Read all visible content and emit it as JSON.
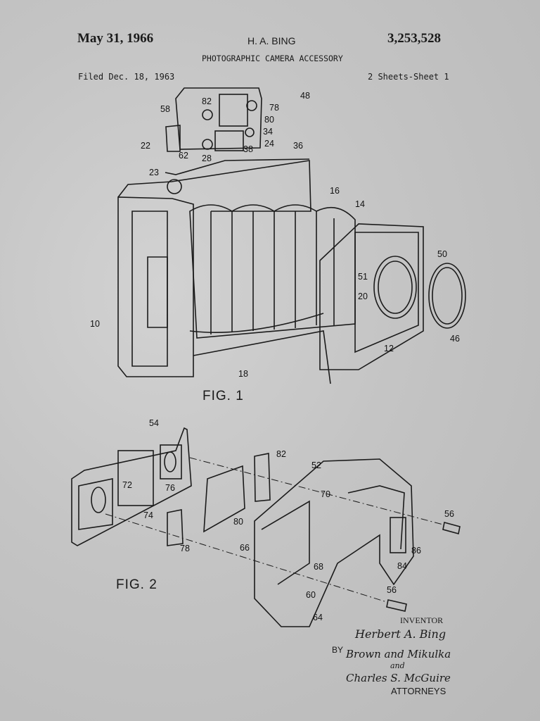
{
  "header": {
    "date": "May 31, 1966",
    "inventor_name": "H. A. BING",
    "patent_number": "3,253,528",
    "title": "PHOTOGRAPHIC CAMERA ACCESSORY",
    "filed": "Filed Dec. 18, 1963",
    "sheets": "2 Sheets-Sheet 1"
  },
  "figure1": {
    "label": "FIG. 1",
    "refs": [
      "48",
      "82",
      "78",
      "80",
      "58",
      "34",
      "22",
      "62",
      "28",
      "38",
      "24",
      "36",
      "23",
      "16",
      "14",
      "50",
      "51",
      "20",
      "10",
      "46",
      "12",
      "18"
    ]
  },
  "figure2": {
    "label": "FIG. 2",
    "refs": [
      "54",
      "82",
      "52",
      "72",
      "76",
      "74",
      "80",
      "70",
      "56",
      "78",
      "66",
      "68",
      "86",
      "84",
      "60",
      "56",
      "64"
    ]
  },
  "signature": {
    "inventor_label": "INVENTOR",
    "inventor_signature": "Herbert A. Bing",
    "by_label": "BY",
    "attorney_signature_1": "Brown and Mikulka",
    "attorney_and": "and",
    "attorney_signature_2": "Charles S. McGuire",
    "attorneys_label": "ATTORNEYS"
  }
}
